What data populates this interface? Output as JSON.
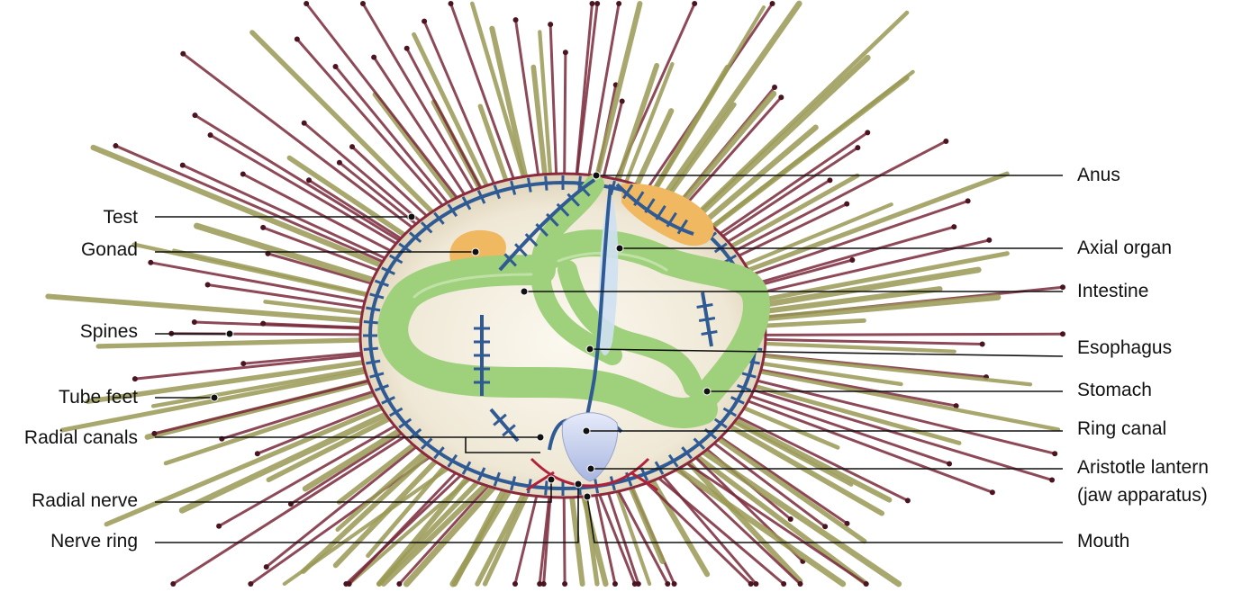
{
  "labels_left": [
    {
      "id": "test",
      "text": "Test"
    },
    {
      "id": "gonad",
      "text": "Gonad"
    },
    {
      "id": "spines",
      "text": "Spines"
    },
    {
      "id": "tube-feet",
      "text": "Tube feet"
    },
    {
      "id": "radial-canals",
      "text": "Radial canals"
    },
    {
      "id": "radial-nerve",
      "text": "Radial nerve"
    },
    {
      "id": "nerve-ring",
      "text": "Nerve ring"
    }
  ],
  "labels_right": [
    {
      "id": "anus",
      "text": "Anus"
    },
    {
      "id": "axial-organ",
      "text": "Axial organ"
    },
    {
      "id": "intestine",
      "text": "Intestine"
    },
    {
      "id": "esophagus",
      "text": "Esophagus"
    },
    {
      "id": "stomach",
      "text": "Stomach"
    },
    {
      "id": "ring-canal",
      "text": "Ring canal"
    },
    {
      "id": "aristotle-lantern",
      "text": "Aristotle lantern"
    },
    {
      "id": "jaw-apparatus",
      "text": "(jaw apparatus)"
    },
    {
      "id": "mouth",
      "text": "Mouth"
    }
  ],
  "colors": {
    "spine_green": "#9a9a55",
    "spine_red": "#7a2a3a",
    "interior": "#f2ede0",
    "gut_green": "#9fd07c",
    "water_vascular": "#2f5a94",
    "nerve": "#b0223a",
    "gonad": "#f0b860",
    "lantern": "#c9d2ee",
    "leader_line": "#111111"
  }
}
